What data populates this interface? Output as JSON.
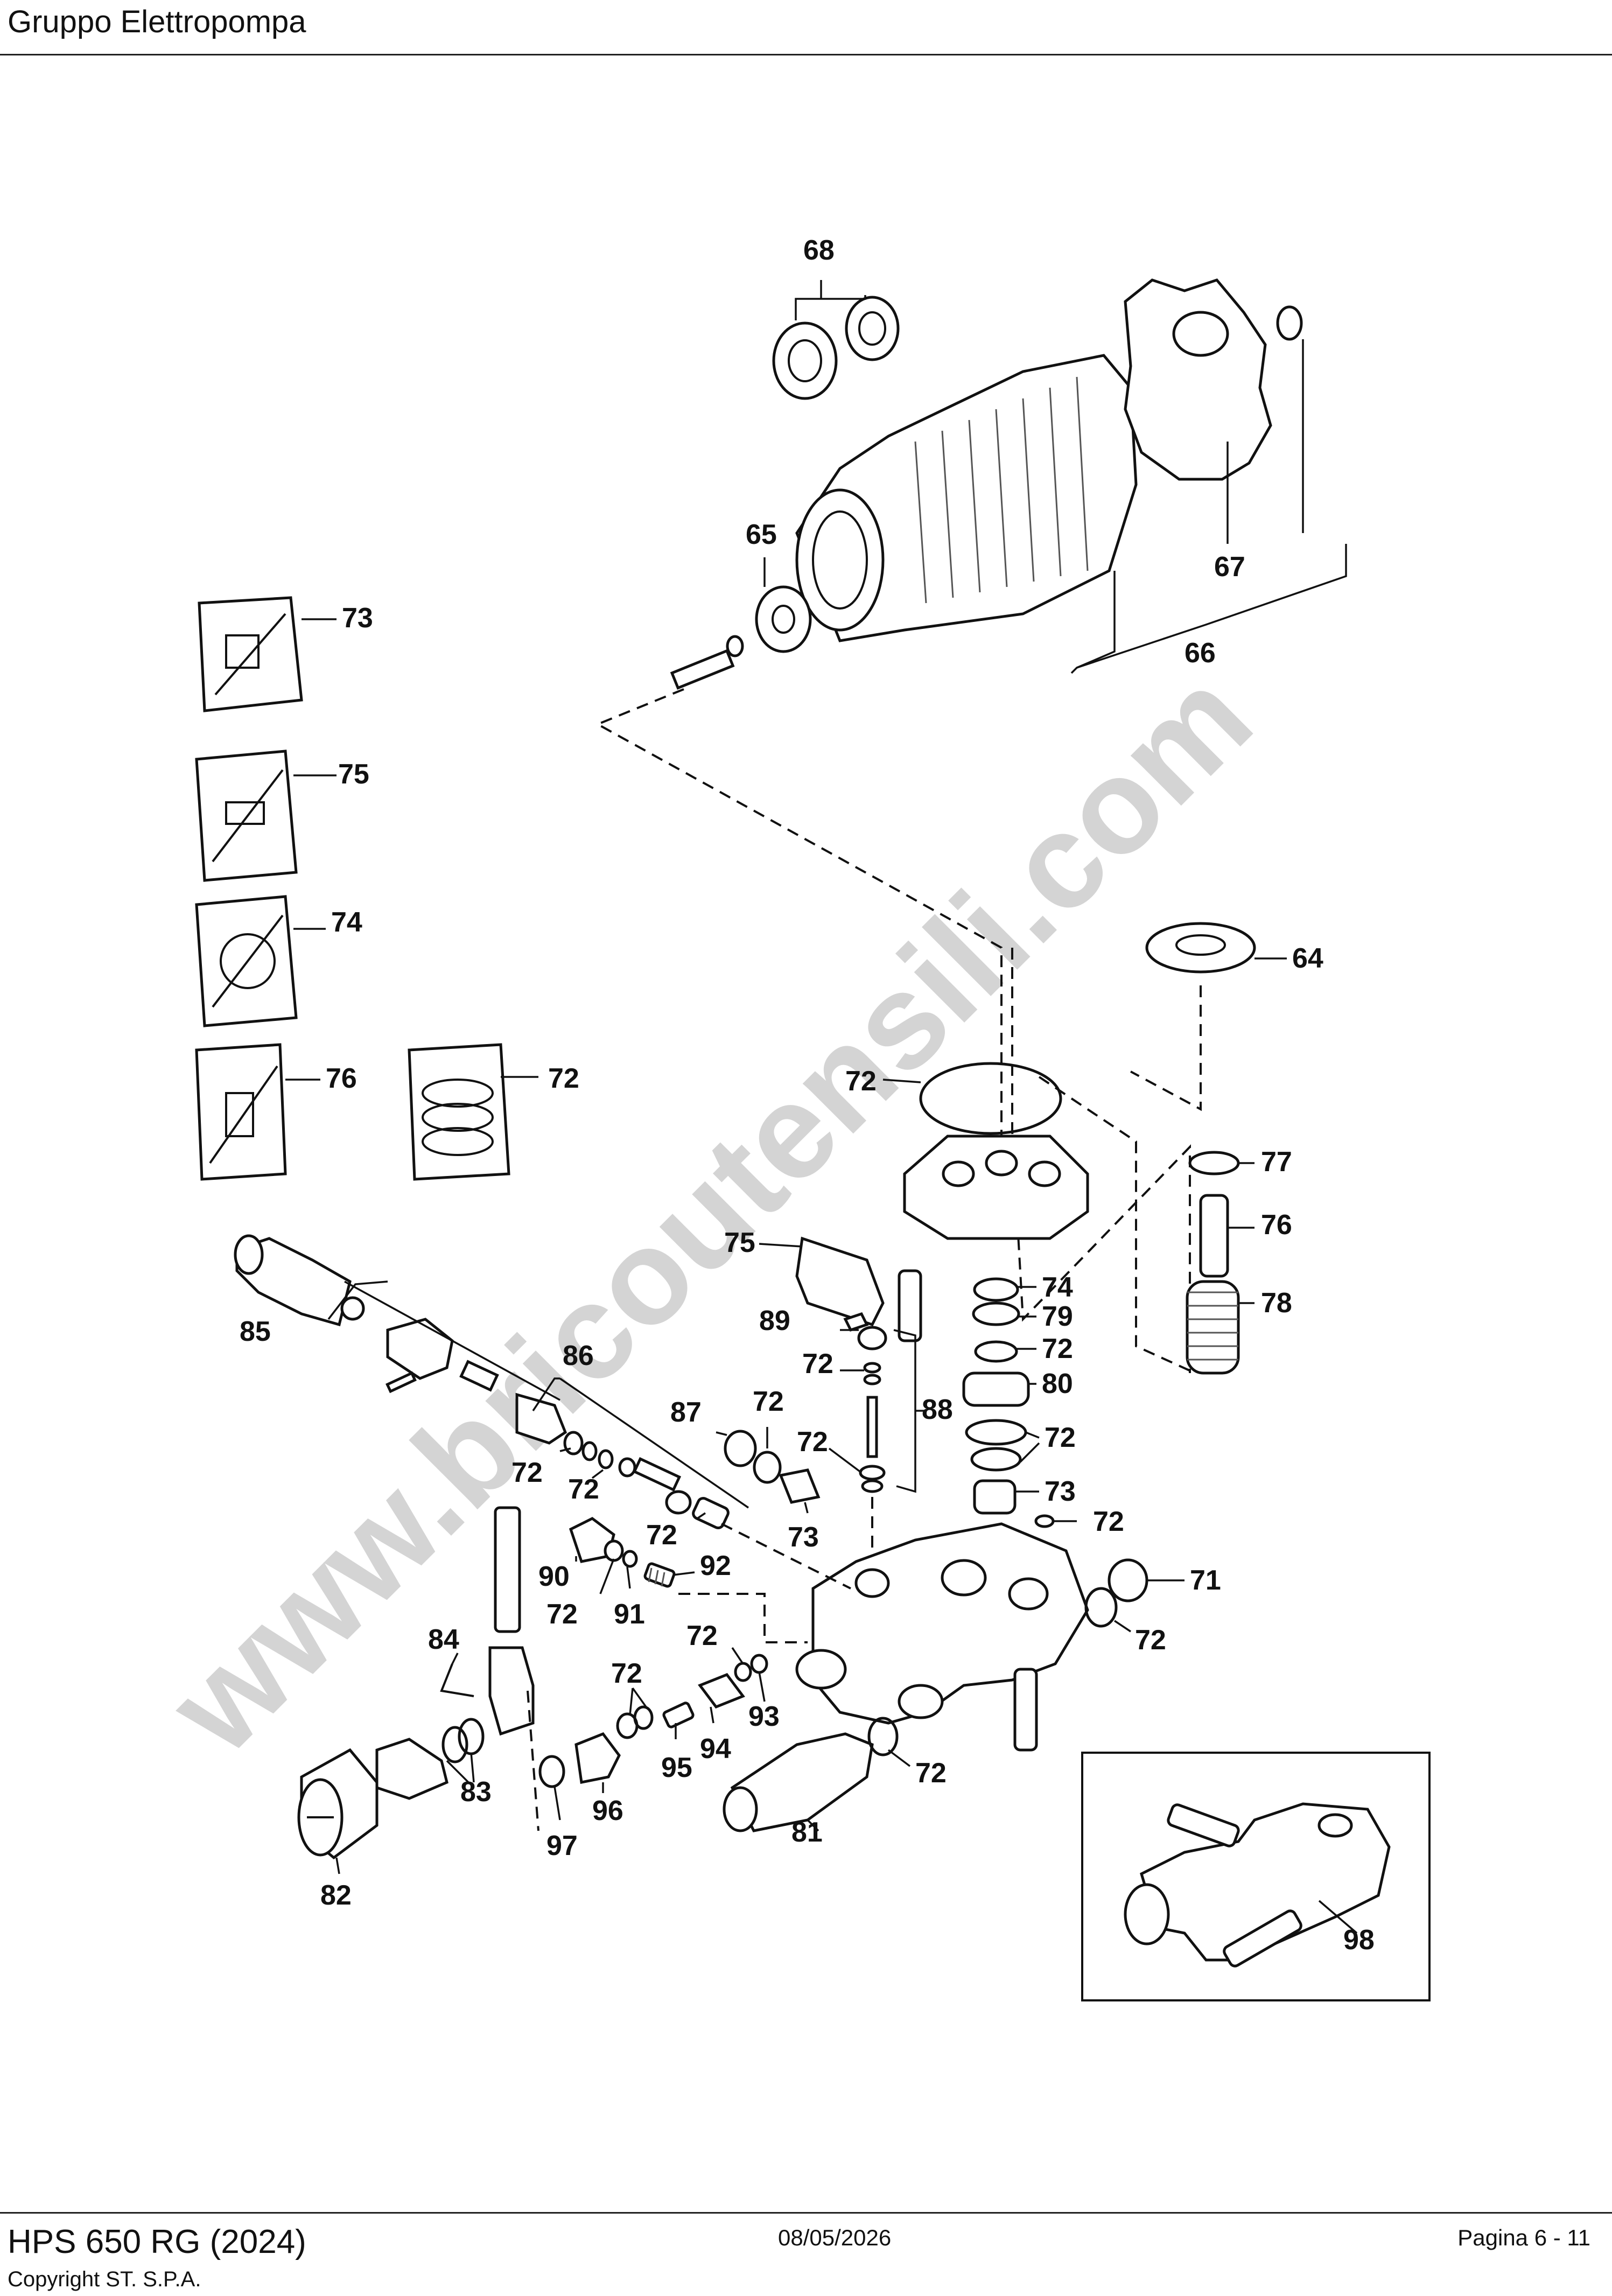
{
  "header": {
    "title": "Gruppo Elettropompa"
  },
  "watermark": "www.bricoutensili.com",
  "part_labels": {
    "p64": "64",
    "p65": "65",
    "p66": "66",
    "p67": "67",
    "p68": "68",
    "p71": "71",
    "p72": "72",
    "p73": "73",
    "p74": "74",
    "p75": "75",
    "p76": "76",
    "p77": "77",
    "p78": "78",
    "p79": "79",
    "p80": "80",
    "p81": "81",
    "p82": "82",
    "p83": "83",
    "p84": "84",
    "p85": "85",
    "p86": "86",
    "p87": "87",
    "p88": "88",
    "p89": "89",
    "p90": "90",
    "p91": "91",
    "p92": "92",
    "p93": "93",
    "p94": "94",
    "p95": "95",
    "p96": "96",
    "p97": "97",
    "p98": "98"
  },
  "footer": {
    "model": "HPS 650 RG (2024)",
    "copyright": "Copyright ST. S.P.A.",
    "date": "08/05/2026",
    "page": "Pagina 6 - 11"
  }
}
